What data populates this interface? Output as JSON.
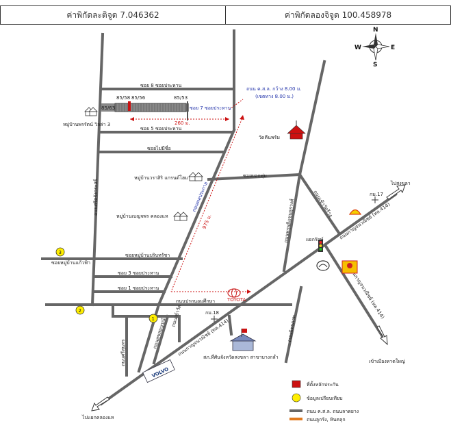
{
  "header": {
    "latitude": "ค่าพิกัดละติจูด 7.046362",
    "longitude": "ค่าพิกัดลองจิจูด 100.458978"
  },
  "compass": {
    "n": "N",
    "s": "S",
    "e": "E",
    "w": "W"
  },
  "roads": {
    "soi8": "ซอย 8 ซอยประหาน",
    "soi7": "ซอย 7 ซอยประหาน",
    "soi5": "ซอย 5 ซอยประหาน",
    "soi_mai_mi_chue": "ซอยไม่มีชื่อ",
    "soi3": "ซอย 3 ซอยประหาน",
    "soi1": "ซอย 1 ซอยประหาน",
    "soi_village_right": "ซอยหมู่บ้านบริบทรัชา",
    "soi_village_left": "ซอยหมู่บ้านแก้วฟ้า",
    "soi_yokpuem": "ซอยยอกพุ่ม",
    "road_phrakhanong": "ถนนปรถนอมศึกษา",
    "road_west": "ถนนศรีตรังกระสร์",
    "road_diag_north": "ถนนพลประกาย",
    "road_mid": "ถนนพรุพลีแซนธุรวงศ์",
    "road_temple": "ถนนเข้าวัดร้าง",
    "road_kanchanawanit_upper": "ถนนกาญจนวณิชย์ (ทล.414)",
    "road_kanchanawanit_lower": "ถนนกาญจนวณิชย์ (ทล.414)",
    "road_south_diag": "ถนนกาญจนวณิชย์ (ทล.414)",
    "road_lower_mid": "ถนนมิตรภาพ",
    "road_small1": "ถนนสุขสมบูรณ์",
    "road_small2": "ถนนเข้าวัด",
    "road_left_vert": "ถนนศรีสุนทร"
  },
  "places": {
    "village1": "หมู่บ้านพรรัตน์ วิลล่า 3",
    "village2": "หมู่บ้านวราสิริ แกรนด์โฮม",
    "village3": "หมู่บ้านเบญจพร คลองแห",
    "temple": "วัดคีนพรัม",
    "intersection": "แยกรักษ์",
    "police": "สภ.ที่ศันจังหวัดสงขลา สาขาบางกล่ำ",
    "to_songkhla": "ไปสงขลา",
    "to_hatyai": "เข้าเมืองหาดใหญ่",
    "to_khlong_hae": "ไปแยกคลองแห",
    "km17": "กม.17",
    "km18": "กม.18"
  },
  "plots": {
    "p1": "85/58",
    "p2": "85/56",
    "p3": "85/53",
    "p4": "85/63"
  },
  "measurements": {
    "road_width": "ถนน ค.ส.ล. กว้าง 8.00 ม.",
    "road_width_sub": "(เขตทาง 8.00 ม.)",
    "dist_260": "260 ม.",
    "dist_975": "975 ม."
  },
  "markers": {
    "m1": "1",
    "m2": "2",
    "m3": "3"
  },
  "brands": {
    "shell": "Shell",
    "mazda": "mazda",
    "toyota": "TOYOTA",
    "volvo": "VOLVO"
  },
  "legend": {
    "item1": "ที่ตั้งหลักประกัน",
    "item2": "ข้อมูลเปรียบเทียบ",
    "item3": "ถนน ค.ส.ล. ถนนลาดยาง",
    "item4": "ถนนลูกรัง, หินคลุก"
  },
  "colors": {
    "road": "#666666",
    "dirt_road": "#e07a1f",
    "subject": "#cc1111",
    "comparable": "#ffee00",
    "dashed": "#cc1111"
  }
}
